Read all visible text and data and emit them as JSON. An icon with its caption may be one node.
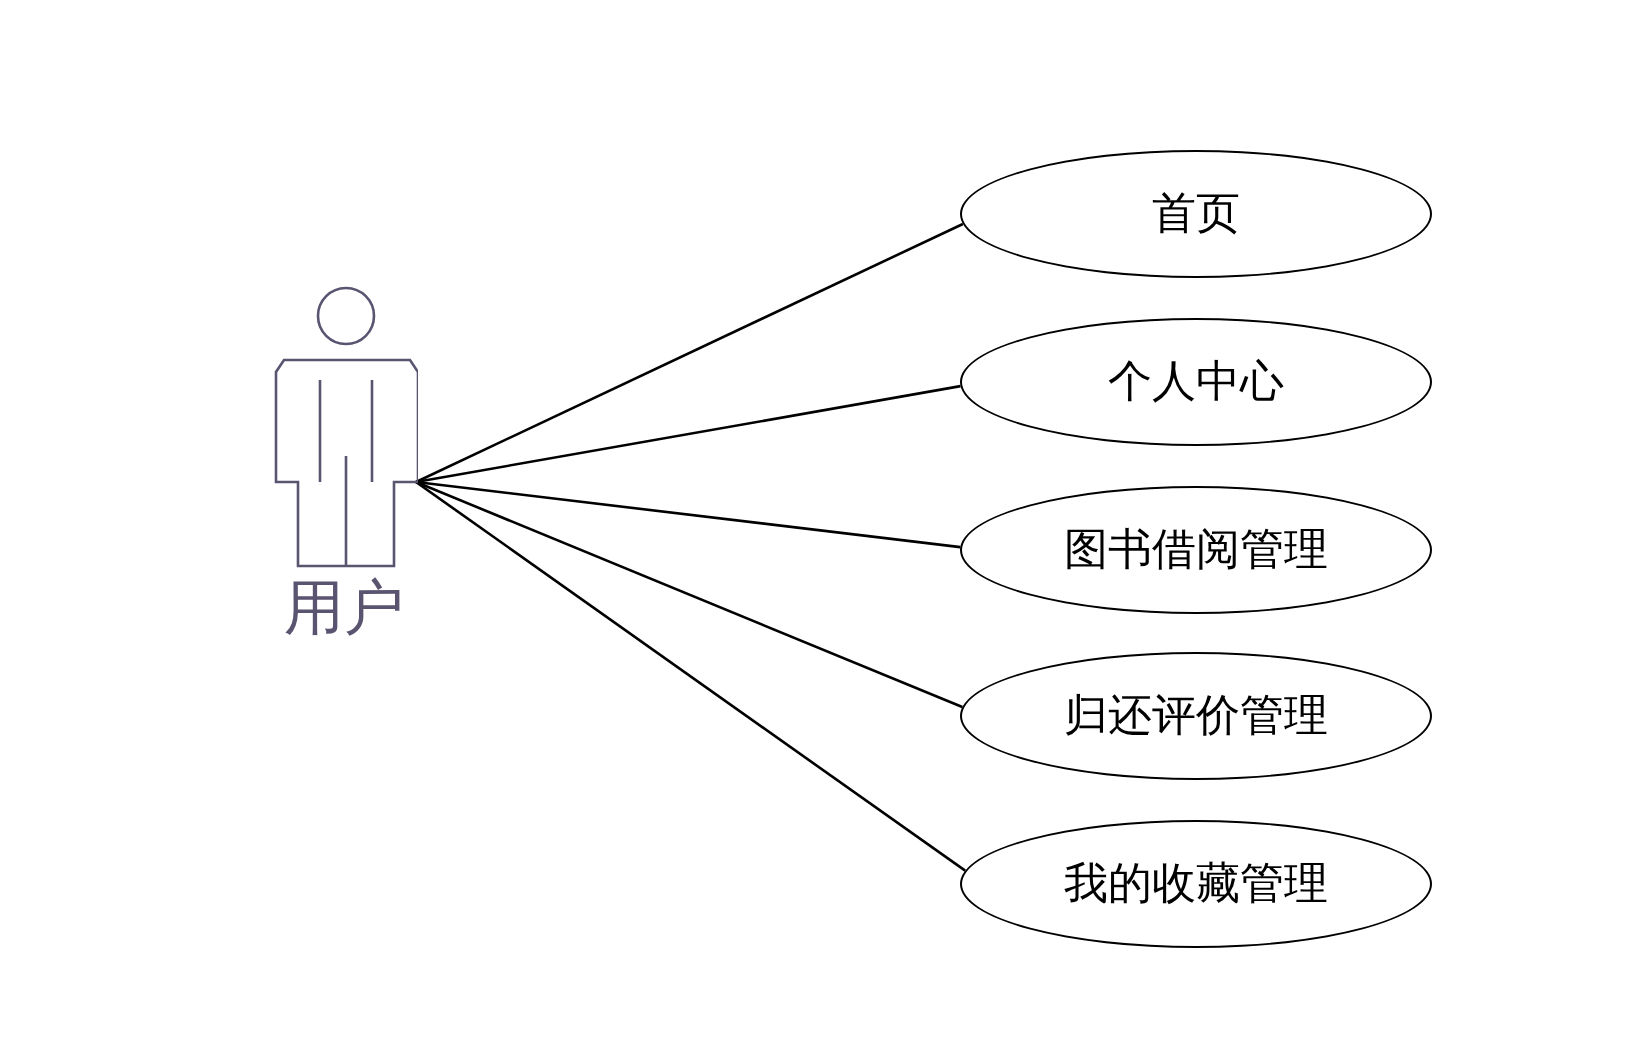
{
  "diagram": {
    "nodes": [
      {
        "text": [
          "用户"
        ]
      },
      {
        "text": [
          "首页"
        ]
      },
      {
        "text": [
          "个人中心"
        ]
      },
      {
        "text": [
          "图书借阅管理"
        ]
      },
      {
        "text": [
          "归还评价管理"
        ]
      },
      {
        "text": [
          "我的收藏管理"
        ]
      }
    ],
    "edges": [
      {
        "from": 0,
        "to": 1,
        "arrow": "none"
      },
      {
        "from": 0,
        "to": 2,
        "arrow": "none"
      },
      {
        "from": 0,
        "to": 3,
        "arrow": "none"
      },
      {
        "from": 0,
        "to": 4,
        "arrow": "none"
      },
      {
        "from": 0,
        "to": 5,
        "arrow": "none"
      }
    ]
  }
}
